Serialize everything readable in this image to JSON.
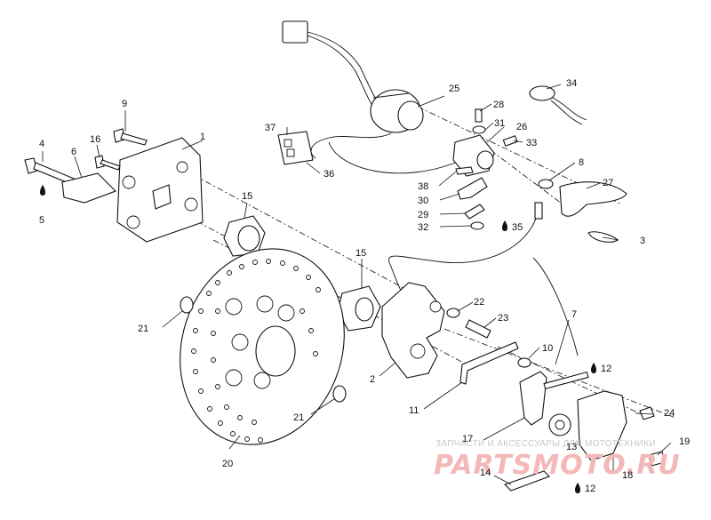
{
  "diagram": {
    "watermark": {
      "tagline": "ЗАПЧАСТИ И АКСЕССУАРЫ ДЛЯ МОТОТЕХНИКИ",
      "brand": "PARTSMOTO.RU"
    },
    "labels": {
      "p1": "1",
      "p2": "2",
      "p3": "3",
      "p4": "4",
      "p5": "5",
      "p6": "6",
      "p7": "7",
      "p8": "8",
      "p9": "9",
      "p10": "10",
      "p11": "11",
      "p12a": "12",
      "p12b": "12",
      "p13": "13",
      "p14": "14",
      "p15a": "15",
      "p15b": "15",
      "p16": "16",
      "p17": "17",
      "p18": "18",
      "p19": "19",
      "p20": "20",
      "p21a": "21",
      "p21b": "21",
      "p22": "22",
      "p23": "23",
      "p24": "24",
      "p25": "25",
      "p26": "26",
      "p27": "27",
      "p28": "28",
      "p29": "29",
      "p30": "30",
      "p31": "31",
      "p32": "32",
      "p33": "33",
      "p34": "34",
      "p35": "35",
      "p36": "36",
      "p37": "37",
      "p38": "38"
    }
  }
}
